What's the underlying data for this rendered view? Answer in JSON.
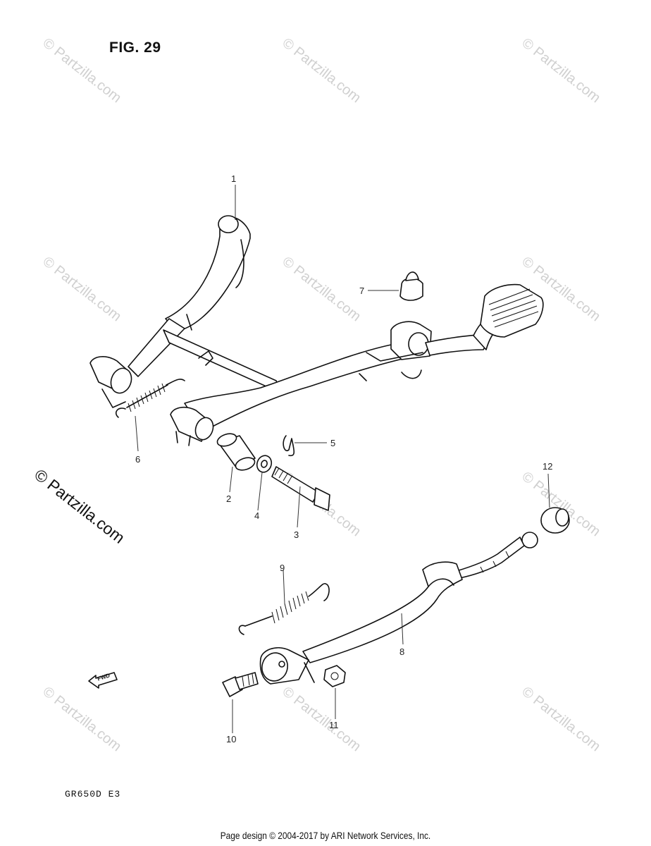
{
  "figure": {
    "title": "FIG. 29"
  },
  "callouts": {
    "c1": "1",
    "c2": "2",
    "c3": "3",
    "c4": "4",
    "c5": "5",
    "c6": "6",
    "c7": "7",
    "c8": "8",
    "c9": "9",
    "c10": "10",
    "c11": "11",
    "c12": "12"
  },
  "model_code": "GR650D E3",
  "fwd_label": "FWD",
  "watermark": {
    "text": "© Partzilla.com"
  },
  "footer": {
    "text": "Page design © 2004-2017 by ARI Network Services, Inc."
  }
}
